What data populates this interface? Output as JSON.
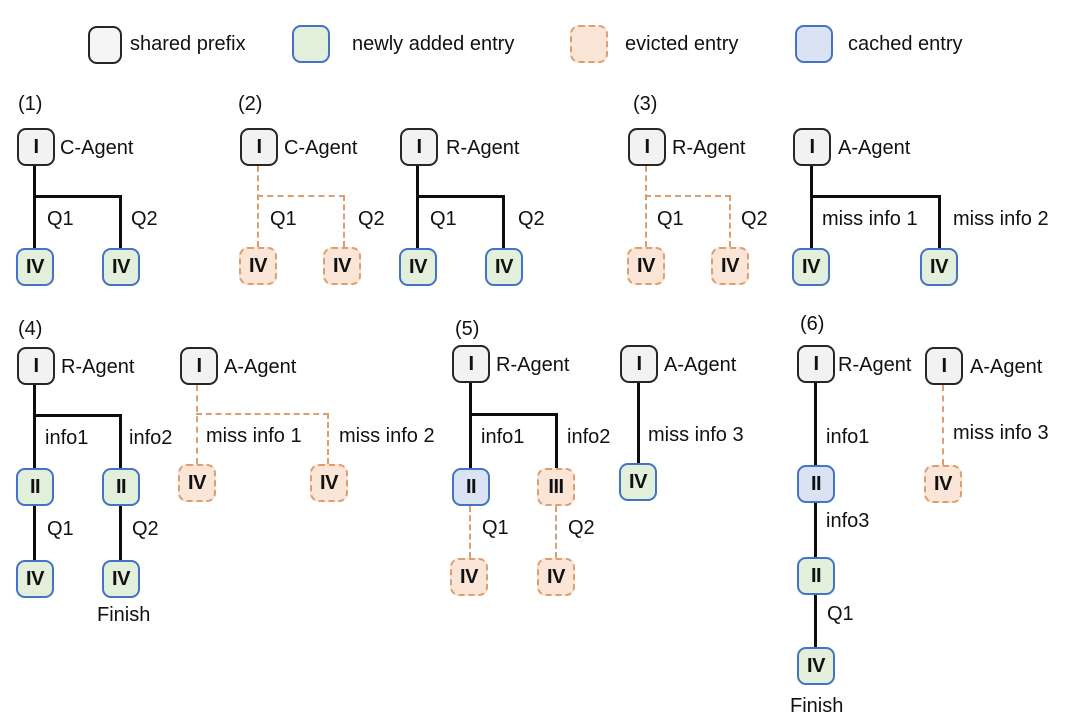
{
  "legend": {
    "items": [
      {
        "label": "shared prefix",
        "type": "shared"
      },
      {
        "label": "newly added entry",
        "type": "new"
      },
      {
        "label": "evicted entry",
        "type": "evicted"
      },
      {
        "label": "cached entry",
        "type": "cached"
      }
    ]
  },
  "colors": {
    "shared_fill": "#f2f2f2",
    "shared_border": "#262626",
    "new_fill": "#e2efda",
    "cached_fill": "#dae3f3",
    "blue_border": "#4472c4",
    "evicted_fill": "#fbe5d6",
    "evicted_border": "#dd9e70",
    "edge_solid": "#0d0d0d"
  },
  "sections": [
    {
      "num": "(1)",
      "trees": [
        {
          "agent": "C-Agent",
          "nodes": [
            {
              "label": "I",
              "type": "shared"
            },
            {
              "label": "IV",
              "type": "new"
            },
            {
              "label": "IV",
              "type": "new"
            }
          ],
          "edges": [
            {
              "label": "Q1",
              "style": "solid"
            },
            {
              "label": "Q2",
              "style": "solid"
            }
          ]
        }
      ]
    },
    {
      "num": "(2)",
      "trees": [
        {
          "agent": "C-Agent",
          "nodes": [
            {
              "label": "I",
              "type": "shared"
            },
            {
              "label": "IV",
              "type": "evicted"
            },
            {
              "label": "IV",
              "type": "evicted"
            }
          ],
          "edges": [
            {
              "label": "Q1",
              "style": "dashed"
            },
            {
              "label": "Q2",
              "style": "dashed"
            }
          ]
        },
        {
          "agent": "R-Agent",
          "nodes": [
            {
              "label": "I",
              "type": "shared"
            },
            {
              "label": "IV",
              "type": "new"
            },
            {
              "label": "IV",
              "type": "new"
            }
          ],
          "edges": [
            {
              "label": "Q1",
              "style": "solid"
            },
            {
              "label": "Q2",
              "style": "solid"
            }
          ]
        }
      ]
    },
    {
      "num": "(3)",
      "trees": [
        {
          "agent": "R-Agent",
          "nodes": [
            {
              "label": "I",
              "type": "shared"
            },
            {
              "label": "IV",
              "type": "evicted"
            },
            {
              "label": "IV",
              "type": "evicted"
            }
          ],
          "edges": [
            {
              "label": "Q1",
              "style": "dashed"
            },
            {
              "label": "Q2",
              "style": "dashed"
            }
          ]
        },
        {
          "agent": "A-Agent",
          "nodes": [
            {
              "label": "I",
              "type": "shared"
            },
            {
              "label": "IV",
              "type": "new"
            },
            {
              "label": "IV",
              "type": "new"
            }
          ],
          "edges": [
            {
              "label": "miss info 1",
              "style": "solid"
            },
            {
              "label": "miss info 2",
              "style": "solid"
            }
          ]
        }
      ]
    },
    {
      "num": "(4)",
      "trees": [
        {
          "agent": "R-Agent",
          "finish": "Finish",
          "nodes": [
            {
              "label": "I",
              "type": "shared"
            },
            {
              "label": "II",
              "type": "new"
            },
            {
              "label": "II",
              "type": "new"
            },
            {
              "label": "IV",
              "type": "new"
            },
            {
              "label": "IV",
              "type": "new"
            }
          ],
          "edges": [
            {
              "label": "info1",
              "style": "solid"
            },
            {
              "label": "info2",
              "style": "solid"
            },
            {
              "label": "Q1",
              "style": "solid"
            },
            {
              "label": "Q2",
              "style": "solid"
            }
          ]
        },
        {
          "agent": "A-Agent",
          "nodes": [
            {
              "label": "I",
              "type": "shared"
            },
            {
              "label": "IV",
              "type": "evicted"
            },
            {
              "label": "IV",
              "type": "evicted"
            }
          ],
          "edges": [
            {
              "label": "miss info 1",
              "style": "dashed"
            },
            {
              "label": "miss info 2",
              "style": "dashed"
            }
          ]
        }
      ]
    },
    {
      "num": "(5)",
      "trees": [
        {
          "agent": "R-Agent",
          "nodes": [
            {
              "label": "I",
              "type": "shared"
            },
            {
              "label": "II",
              "type": "cached"
            },
            {
              "label": "III",
              "type": "evicted"
            },
            {
              "label": "IV",
              "type": "evicted"
            },
            {
              "label": "IV",
              "type": "evicted"
            }
          ],
          "edges": [
            {
              "label": "info1",
              "style": "solid"
            },
            {
              "label": "info2",
              "style": "solid"
            },
            {
              "label": "Q1",
              "style": "dashed"
            },
            {
              "label": "Q2",
              "style": "dashed"
            }
          ]
        },
        {
          "agent": "A-Agent",
          "nodes": [
            {
              "label": "I",
              "type": "shared"
            },
            {
              "label": "IV",
              "type": "new"
            }
          ],
          "edges": [
            {
              "label": "miss info 3",
              "style": "solid"
            }
          ]
        }
      ]
    },
    {
      "num": "(6)",
      "trees": [
        {
          "agent": "R-Agent",
          "finish": "Finish",
          "nodes": [
            {
              "label": "I",
              "type": "shared"
            },
            {
              "label": "II",
              "type": "cached"
            },
            {
              "label": "II",
              "type": "new"
            },
            {
              "label": "IV",
              "type": "new"
            }
          ],
          "edges": [
            {
              "label": "info1",
              "style": "solid"
            },
            {
              "label": "info3",
              "style": "solid"
            },
            {
              "label": "Q1",
              "style": "solid"
            }
          ]
        },
        {
          "agent": "A-Agent",
          "nodes": [
            {
              "label": "I",
              "type": "shared"
            },
            {
              "label": "IV",
              "type": "evicted"
            }
          ],
          "edges": [
            {
              "label": "miss info 3",
              "style": "dashed"
            }
          ]
        }
      ]
    }
  ]
}
